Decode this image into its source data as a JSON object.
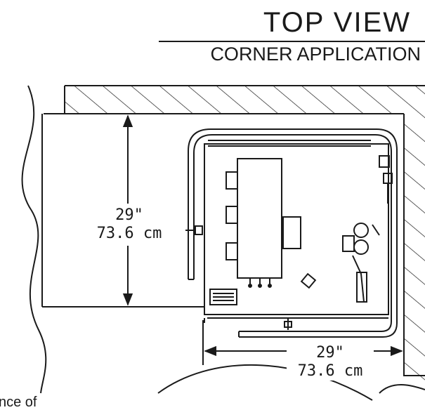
{
  "header": {
    "title": "TOP VIEW",
    "subtitle": "CORNER APPLICATION"
  },
  "dimensions": {
    "depth": {
      "inches": "29\"",
      "cm": "73.6 cm"
    },
    "width": {
      "inches": "29\"",
      "cm": "73.6 cm"
    }
  },
  "footnote": "nce of"
}
